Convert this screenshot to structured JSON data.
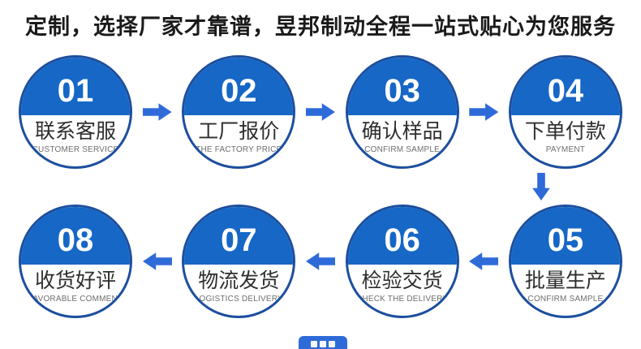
{
  "title": "定制，选择厂家才靠谱，昱邦制动全程一站式贴心为您服务",
  "colors": {
    "circle_fill": "#1667c6",
    "circle_border": "#1d4f9e",
    "arrow_blue": "#2e6bd9",
    "cn_text": "#2e2e2e",
    "en_text": "#6e6e6e"
  },
  "steps": [
    {
      "num": "01",
      "cn": "联系客服",
      "en": "CUSTOMER SERVICE"
    },
    {
      "num": "02",
      "cn": "工厂报价",
      "en": "THE FACTORY PRICE"
    },
    {
      "num": "03",
      "cn": "确认样品",
      "en": "CONFIRM SAMPLE"
    },
    {
      "num": "04",
      "cn": "下单付款",
      "en": "PAYMENT"
    },
    {
      "num": "05",
      "cn": "批量生产",
      "en": "CONFIRM SAMPLE"
    },
    {
      "num": "06",
      "cn": "检验交货",
      "en": "CHECK THE DELIVERY"
    },
    {
      "num": "07",
      "cn": "物流发货",
      "en": "LOGISTICS DELIVERY"
    },
    {
      "num": "08",
      "cn": "收货好评",
      "en": "FAVORABLE COMMENT"
    }
  ]
}
